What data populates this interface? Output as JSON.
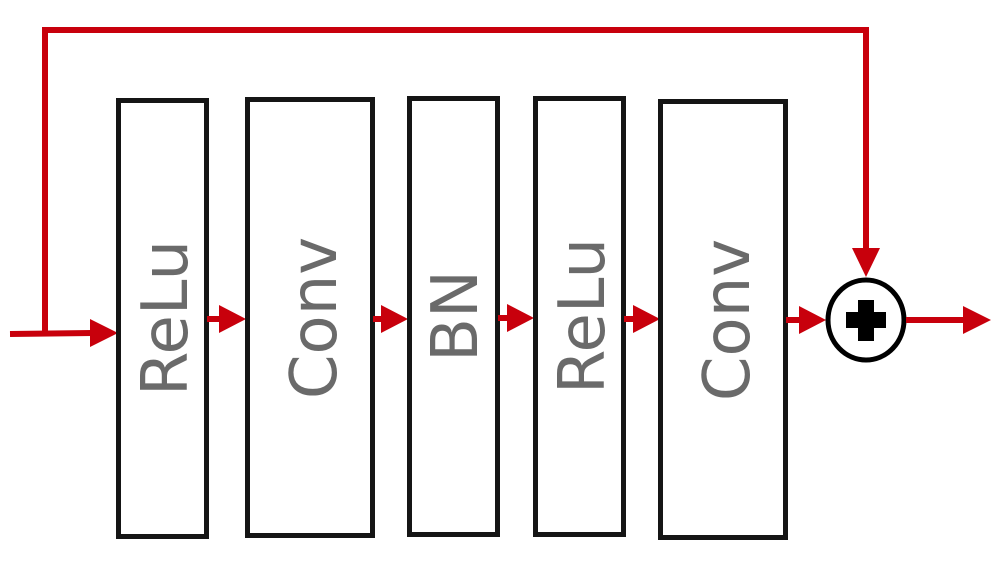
{
  "diagram": {
    "type": "residual-block",
    "colors": {
      "arrow": "#c8000c",
      "box_border": "#151515",
      "label": "#6a6a6a",
      "background": "#ffffff"
    },
    "blocks": [
      {
        "label": "ReLu"
      },
      {
        "label": "Conv"
      },
      {
        "label": "BN"
      },
      {
        "label": "ReLu"
      },
      {
        "label": "Conv"
      }
    ],
    "merge_node": {
      "icon": "plus-circle-icon",
      "operation": "add"
    },
    "skip_connection": {
      "label": ""
    }
  }
}
